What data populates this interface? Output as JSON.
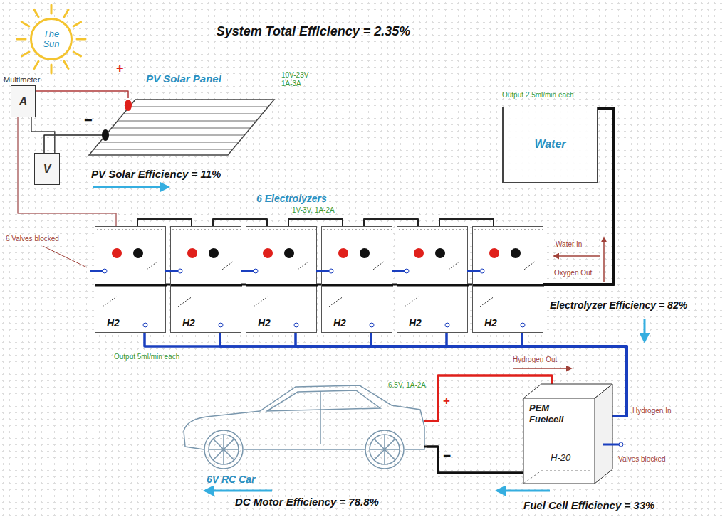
{
  "diagram": {
    "title": "System Total Efficiency = 2.35%",
    "nodes": [
      {
        "text": [
          "The Sun"
        ]
      },
      {
        "text": [
          "A"
        ]
      },
      {
        "text": [
          "V"
        ]
      },
      {
        "text": [
          "PV Solar Panel",
          "10V-23V 1A-3A"
        ]
      },
      {
        "text": [
          "H2"
        ]
      },
      {
        "text": [
          "H2"
        ]
      },
      {
        "text": [
          "H2"
        ]
      },
      {
        "text": [
          "H2"
        ]
      },
      {
        "text": [
          "H2"
        ]
      },
      {
        "text": [
          "H2"
        ]
      },
      {
        "text": [
          "Water"
        ]
      },
      {
        "text": [
          "PEM Fuelcell",
          "H-20"
        ]
      },
      {
        "text": [
          "6V RC Car"
        ]
      }
    ],
    "edges": [
      {
        "from": 3,
        "to": 1,
        "arrow": "none"
      },
      {
        "from": 3,
        "to": 2,
        "arrow": "none"
      },
      {
        "from": 2,
        "to": 1,
        "arrow": "none"
      },
      {
        "from": 1,
        "to": 4,
        "arrow": "none"
      },
      {
        "from": 4,
        "to": 5,
        "arrow": "none"
      },
      {
        "from": 5,
        "to": 6,
        "arrow": "none"
      },
      {
        "from": 6,
        "to": 7,
        "arrow": "none"
      },
      {
        "from": 7,
        "to": 8,
        "arrow": "none"
      },
      {
        "from": 8,
        "to": 9,
        "arrow": "none"
      },
      {
        "from": 10,
        "to": 9,
        "arrow": "none"
      },
      {
        "from": 4,
        "to": 11,
        "arrow": "none"
      },
      {
        "from": 5,
        "to": 11,
        "arrow": "none"
      },
      {
        "from": 6,
        "to": 11,
        "arrow": "none"
      },
      {
        "from": 7,
        "to": 11,
        "arrow": "none"
      },
      {
        "from": 8,
        "to": 11,
        "arrow": "none"
      },
      {
        "from": 9,
        "to": 11,
        "arrow": "none"
      },
      {
        "from": 11,
        "to": 12,
        "arrow": "none"
      },
      {
        "from": 11,
        "to": 12,
        "arrow": "none"
      }
    ],
    "labels": [
      "Multimeter",
      "+",
      "−",
      "PV Solar Efficiency = 11%",
      "6 Electrolyzers",
      "1V-3V, 1A-2A",
      "6 Valves blocked",
      "Output 5ml/min each",
      "Output 2.5ml/min each",
      "Water In",
      "Oxygen Out",
      "Electrolyzer Efficiency = 82%",
      "Hydrogen Out",
      "Hydrogen In",
      "6.5V, 1A-2A",
      "+",
      "−",
      "Valves blocked",
      "DC Motor Efficiency = 78.8%",
      "Fuel Cell Efficiency = 33%"
    ]
  }
}
